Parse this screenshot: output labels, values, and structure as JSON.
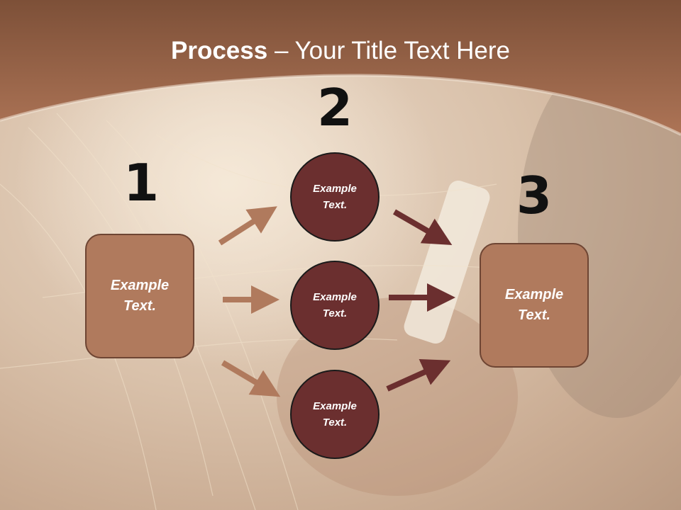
{
  "slide": {
    "title_bold": "Process",
    "title_rest": " – Your Title Text Here"
  },
  "steps": {
    "one": {
      "number": "1",
      "label": "Example\nText."
    },
    "two": {
      "number": "2"
    },
    "three": {
      "number": "3",
      "label": "Example\nText."
    }
  },
  "circles": [
    {
      "label": "Example\nText."
    },
    {
      "label": "Example\nText."
    },
    {
      "label": "Example\nText."
    }
  ],
  "colors": {
    "header": "#a66e50",
    "box_fill": "#b07a5d",
    "circle_fill": "#6b2f2f",
    "arrow_light": "#b07a5d",
    "arrow_dark": "#6b2f2f"
  }
}
